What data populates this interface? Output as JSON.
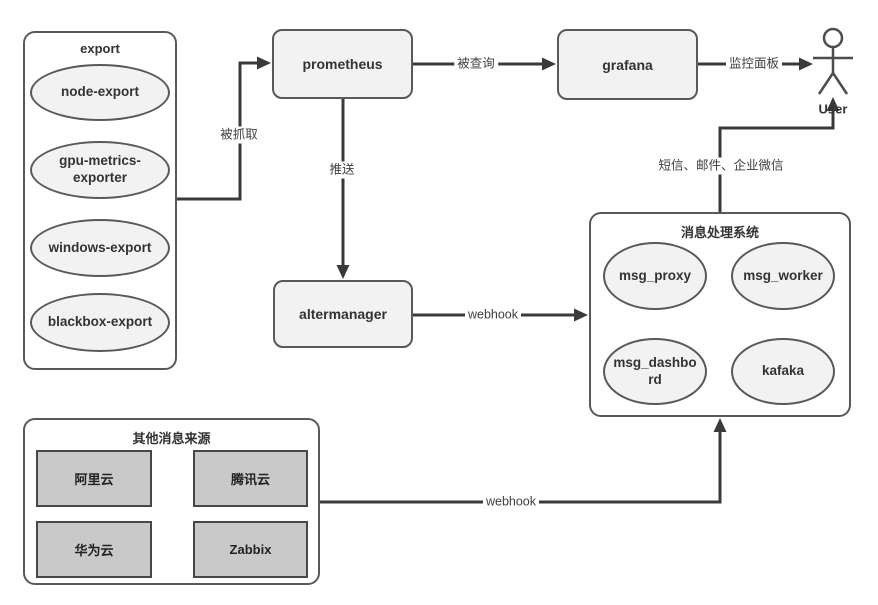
{
  "groups": {
    "export": {
      "title": "export",
      "nodes": [
        "node-export",
        "gpu-metrics-exporter",
        "windows-export",
        "blackbox-export"
      ]
    },
    "msg_system": {
      "title": "消息处理系统",
      "nodes": [
        "msg_proxy",
        "msg_worker",
        "msg_dashbord",
        "kafaka"
      ]
    },
    "other_sources": {
      "title": "其他消息来源",
      "nodes": [
        "阿里云",
        "腾讯云",
        "华为云",
        "Zabbix"
      ]
    }
  },
  "nodes": {
    "prometheus": "prometheus",
    "grafana": "grafana",
    "altermanager": "altermanager",
    "user": "User"
  },
  "edge_labels": {
    "scraped": "被抓取",
    "queried": "被查询",
    "dashboard": "监控面板",
    "push": "推送",
    "alert_webhook": "webhook",
    "notify": "短信、邮件、企业微信",
    "other_webhook": "webhook"
  },
  "colors": {
    "shape_fill": "#f2f2f2",
    "shape_border": "#595959",
    "source_fill": "#c9c9c9",
    "connector": "#3a3a3a"
  }
}
